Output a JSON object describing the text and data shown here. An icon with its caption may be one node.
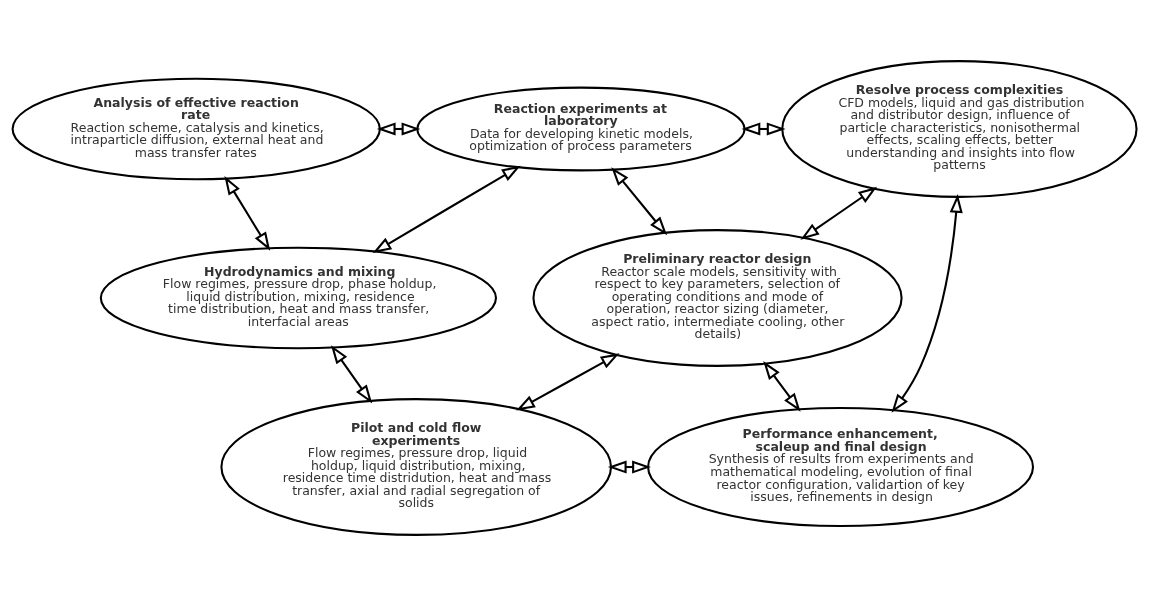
{
  "diagram": {
    "nodes": [
      {
        "text": [
          "Analysis of effective reaction rate",
          "Reaction scheme, catalysis and kinetics, intraparticle diffusion, external heat and mass transfer rates"
        ]
      },
      {
        "text": [
          "Reaction experiments at laboratory",
          "Data for developing kinetic models, optimization of process parameters"
        ]
      },
      {
        "text": [
          "Resolve process complexities",
          "CFD models, liquid and gas distribution and distributor design, influence of particle characteristics, nonisothermal effects, scaling effects, better understanding and insights into flow patterns"
        ]
      },
      {
        "text": [
          "Hydrodynamics and mixing",
          "Flow regimes, pressure drop, phase holdup, liquid distribution, mixing, residence time distribution, heat and mass transfer, interfacial areas"
        ]
      },
      {
        "text": [
          "Preliminary reactor design",
          "Reactor scale models, sensitivity with respect to key parameters, selection of operating conditions and mode of operation, reactor sizing (diameter, aspect ratio, intermediate cooling, other details)"
        ]
      },
      {
        "text": [
          "Pilot and cold flow experiments",
          "Flow regimes, pressure drop, liquid holdup, liquid distribution, mixing, residence time distridution, heat and mass transfer, axial and radial segregation of solids"
        ]
      },
      {
        "text": [
          "Performance enhancement, scaleup and final design",
          "Synthesis of results from experiments and mathematical modeling, evolution of final reactor configuration, validartion of key issues, refinements in design"
        ]
      }
    ],
    "edges": [
      {
        "from": 0,
        "to": 1,
        "arrow": "both"
      },
      {
        "from": 0,
        "to": 3,
        "arrow": "both"
      },
      {
        "from": 3,
        "to": 1,
        "arrow": "both"
      },
      {
        "from": 1,
        "to": 2,
        "arrow": "both"
      },
      {
        "from": 1,
        "to": 4,
        "arrow": "both"
      },
      {
        "from": 2,
        "to": 4,
        "arrow": "both"
      },
      {
        "from": 2,
        "to": 6,
        "arrow": "both"
      },
      {
        "from": 3,
        "to": 5,
        "arrow": "both"
      },
      {
        "from": 5,
        "to": 4,
        "arrow": "both"
      },
      {
        "from": 4,
        "to": 6,
        "arrow": "both"
      },
      {
        "from": 5,
        "to": 6,
        "arrow": "both"
      }
    ]
  }
}
